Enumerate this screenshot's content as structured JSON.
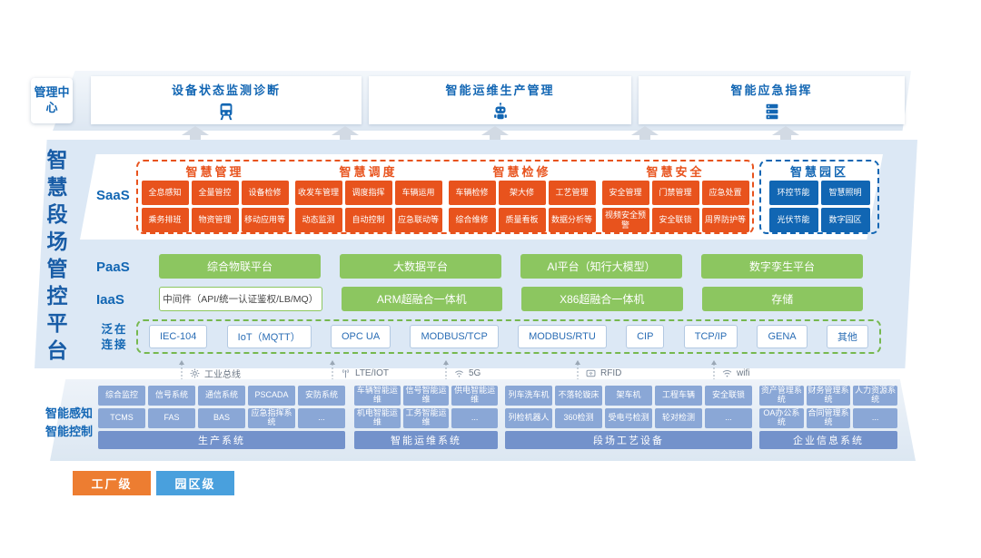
{
  "platform": {
    "title": "智慧段场管控平台"
  },
  "management_center": {
    "label": "管理中心",
    "cards": [
      {
        "title": "设备状态监测诊断"
      },
      {
        "title": "智能运维生产管理"
      },
      {
        "title": "智能应急指挥"
      }
    ]
  },
  "saas": {
    "label": "SaaS",
    "groups": [
      {
        "title": "智慧管理",
        "items": [
          "全息感知",
          "全量管控",
          "设备检修",
          "乘务排班",
          "物资管理",
          "移动应用等"
        ]
      },
      {
        "title": "智慧调度",
        "items": [
          "收发车管理",
          "调度指挥",
          "车辆运用",
          "动态监测",
          "自动控制",
          "应急联动等"
        ]
      },
      {
        "title": "智慧检修",
        "items": [
          "车辆检修",
          "架大修",
          "工艺管理",
          "综合维修",
          "质量看板",
          "数据分析等"
        ]
      },
      {
        "title": "智慧安全",
        "items": [
          "安全管理",
          "门禁管理",
          "应急处置",
          "视频安全预警",
          "安全联锁",
          "周界防护等"
        ]
      },
      {
        "title": "智慧园区",
        "items": [
          "环控节能",
          "智慧照明",
          "光伏节能",
          "数字园区"
        ]
      }
    ]
  },
  "paas": {
    "label": "PaaS",
    "items": [
      "综合物联平台",
      "大数据平台",
      "AI平台（知行大模型）",
      "数字孪生平台"
    ]
  },
  "iaas": {
    "label": "IaaS",
    "middleware": "中间件（API/统一认证鉴权/LB/MQ）",
    "items": [
      "ARM超融合一体机",
      "X86超融合一体机",
      "存储"
    ]
  },
  "connection": {
    "label_line1": "泛在",
    "label_line2": "连接",
    "items": [
      "IEC-104",
      "IoT（MQTT）",
      "OPC UA",
      "MODBUS/TCP",
      "MODBUS/RTU",
      "CIP",
      "TCP/IP",
      "GENA",
      "其他"
    ]
  },
  "links": [
    {
      "label": "工业总线"
    },
    {
      "label": "LTE/IOT"
    },
    {
      "label": "5G"
    },
    {
      "label": "RFID"
    },
    {
      "label": "wifi"
    }
  ],
  "perception": {
    "label_line1": "智能感知",
    "label_line2": "智能控制",
    "groups": [
      {
        "category": "生产系统",
        "items": [
          "综合监控",
          "信号系统",
          "通信系统",
          "PSCADA",
          "安防系统",
          "TCMS",
          "FAS",
          "BAS",
          "应急指挥系统",
          "..."
        ]
      },
      {
        "category": "智能运维系统",
        "items": [
          "车辆智能运维",
          "信号智能运维",
          "供电智能运维",
          "机电智能运维",
          "工务智能运维",
          "..."
        ]
      },
      {
        "category": "段场工艺设备",
        "items": [
          "列车洗车机",
          "不落轮镟床",
          "架车机",
          "工程车辆",
          "安全联锁",
          "列检机器人",
          "360检测",
          "受电弓检测",
          "轮对检测",
          "..."
        ]
      },
      {
        "category": "企业信息系统",
        "items": [
          "资产管理系统",
          "财务管理系统",
          "人力资源系统",
          "OA办公系统",
          "合同管理系统",
          "..."
        ]
      }
    ]
  },
  "legend": [
    {
      "label": "工厂级"
    },
    {
      "label": "园区级"
    }
  ],
  "colors": {
    "accent_red": "#e8531d",
    "accent_blue": "#1266b3",
    "accent_green": "#8cc660",
    "panel_blue": "#dce8f5",
    "chip_blue": "#8aa7d6",
    "category_blue": "#7392cb",
    "legend_orange": "#ed7d31",
    "legend_blue": "#49a0dd"
  }
}
